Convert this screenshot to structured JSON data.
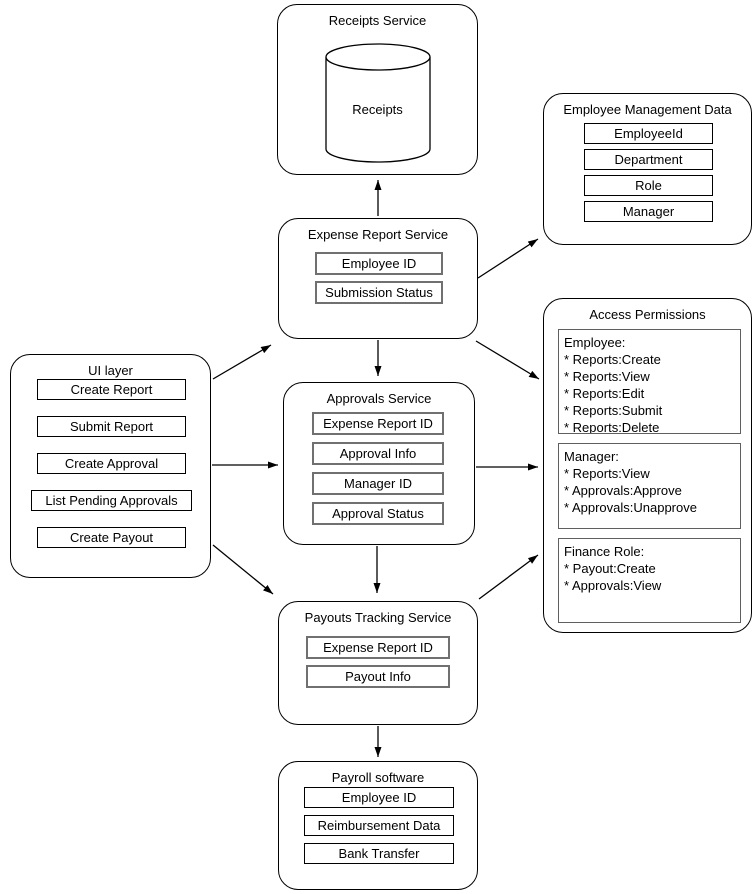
{
  "receipts_service": {
    "title": "Receipts Service",
    "database_label": "Receipts"
  },
  "employee_management_data": {
    "title": "Employee Management Data",
    "fields": [
      "EmployeeId",
      "Department",
      "Role",
      "Manager"
    ]
  },
  "expense_report_service": {
    "title": "Expense Report Service",
    "fields": [
      "Employee ID",
      "Submission Status"
    ]
  },
  "ui_layer": {
    "title": "UI layer",
    "actions": [
      "Create Report",
      "Submit Report",
      "Create Approval",
      "List Pending Approvals",
      "Create Payout"
    ]
  },
  "approvals_service": {
    "title": "Approvals Service",
    "fields": [
      "Expense Report ID",
      "Approval Info",
      "Manager ID",
      "Approval Status"
    ]
  },
  "access_permissions": {
    "title": "Access Permissions",
    "roles": [
      {
        "lines": [
          "Employee:",
          "* Reports:Create",
          "* Reports:View",
          "* Reports:Edit",
          "* Reports:Submit",
          "* Reports:Delete"
        ]
      },
      {
        "lines": [
          "Manager:",
          "* Reports:View",
          "* Approvals:Approve",
          "* Approvals:Unapprove"
        ]
      },
      {
        "lines": [
          "Finance Role:",
          "* Payout:Create",
          "* Approvals:View"
        ]
      }
    ]
  },
  "payouts_tracking_service": {
    "title": "Payouts Tracking Service",
    "fields": [
      "Expense Report ID",
      "Payout Info"
    ]
  },
  "payroll_software": {
    "title": "Payroll software",
    "fields": [
      "Employee ID",
      "Reimbursement Data",
      "Bank Transfer"
    ]
  },
  "colors": {
    "line": "#000000",
    "service_field_border": "#707070",
    "background": "#ffffff"
  }
}
